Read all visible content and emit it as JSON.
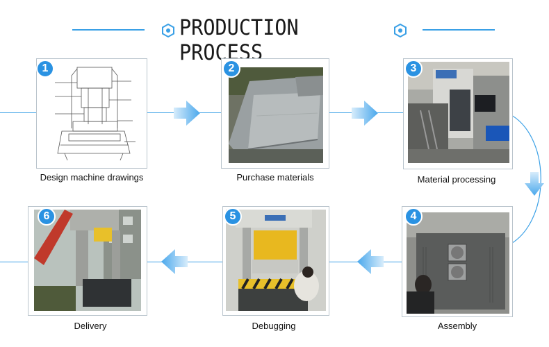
{
  "header": {
    "title": "PRODUCTION PROCESS"
  },
  "colors": {
    "accent": "#3aa0e6",
    "badge": "#2a92e2"
  },
  "steps": [
    {
      "number": "1",
      "label": "Design machine drawings"
    },
    {
      "number": "2",
      "label": "Purchase materials"
    },
    {
      "number": "3",
      "label": "Material processing"
    },
    {
      "number": "4",
      "label": "Assembly"
    },
    {
      "number": "5",
      "label": "Debugging"
    },
    {
      "number": "6",
      "label": "Delivery"
    }
  ]
}
